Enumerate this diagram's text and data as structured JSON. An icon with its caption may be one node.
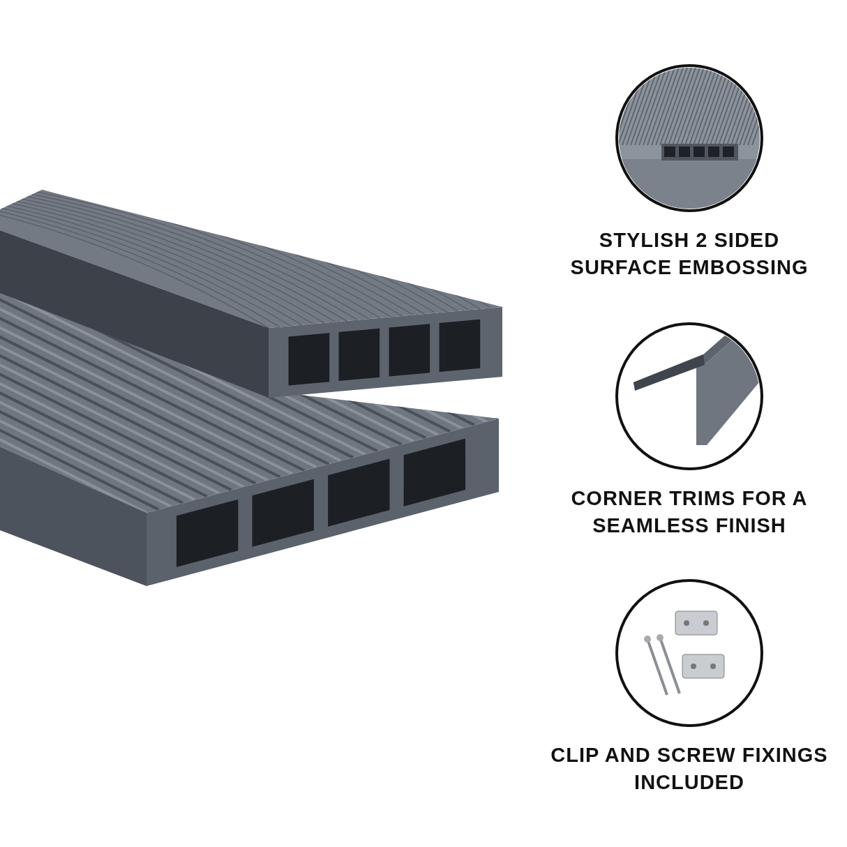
{
  "diagram": {
    "nodes": [
      {
        "text": [
          "STYLISH 2 SIDED SURFACE EMBOSSING"
        ]
      },
      {
        "text": [
          "CORNER TRIMS FOR A SEAMLESS FINISH"
        ]
      },
      {
        "text": [
          "CLIP AND SCREW FIXINGS INCLUDED"
        ]
      }
    ]
  }
}
